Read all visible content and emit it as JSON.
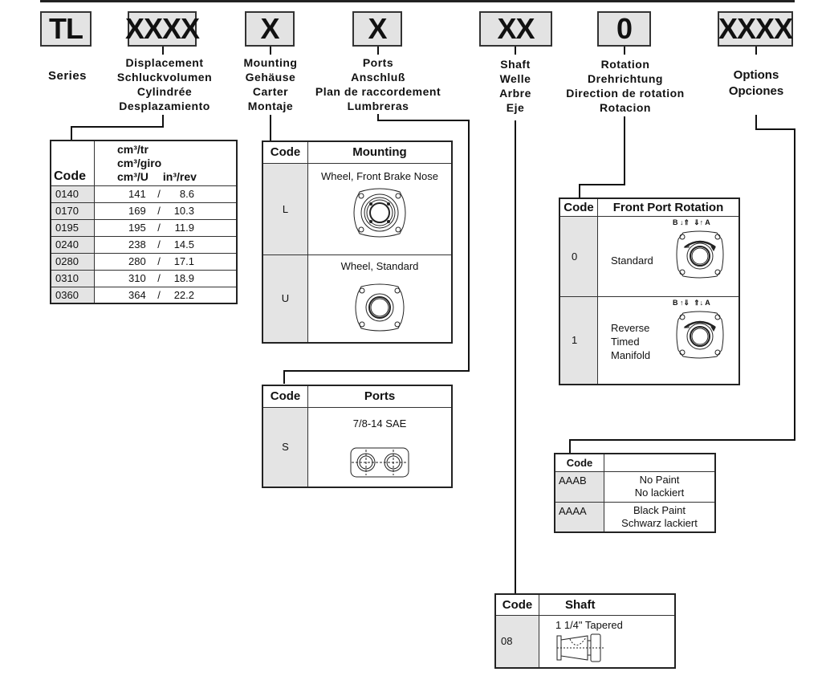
{
  "header": {
    "segments": [
      {
        "code": "TL",
        "labels": [
          "Series"
        ]
      },
      {
        "code": "XXXX",
        "labels": [
          "Displacement",
          "Schluckvolumen",
          "Cylindrée",
          "Desplazamiento"
        ]
      },
      {
        "code": "X",
        "labels": [
          "Mounting",
          "Gehäuse",
          "Carter",
          "Montaje"
        ]
      },
      {
        "code": "X",
        "labels": [
          "Ports",
          "Anschluß",
          "Plan de raccordement",
          "Lumbreras"
        ]
      },
      {
        "code": "XX",
        "labels": [
          "Shaft",
          "Welle",
          "Arbre",
          "Eje"
        ]
      },
      {
        "code": "0",
        "labels": [
          "Rotation",
          "Drehrichtung",
          "Direction de rotation",
          "Rotacion"
        ]
      },
      {
        "code": "XXXX",
        "labels": [
          "Options",
          "Opciones"
        ]
      }
    ]
  },
  "displacement": {
    "code_header": "Code",
    "unit_lines": [
      "cm³/tr",
      "cm³/giro",
      "cm³/U"
    ],
    "unit_imperial": "in³/rev",
    "rows": [
      {
        "code": "0140",
        "metric": "141",
        "imperial": "8.6"
      },
      {
        "code": "0170",
        "metric": "169",
        "imperial": "10.3"
      },
      {
        "code": "0195",
        "metric": "195",
        "imperial": "11.9"
      },
      {
        "code": "0240",
        "metric": "238",
        "imperial": "14.5"
      },
      {
        "code": "0280",
        "metric": "280",
        "imperial": "17.1"
      },
      {
        "code": "0310",
        "metric": "310",
        "imperial": "18.9"
      },
      {
        "code": "0360",
        "metric": "364",
        "imperial": "22.2"
      }
    ],
    "separator": "/"
  },
  "mounting": {
    "code_header": "Code",
    "title": "Mounting",
    "rows": [
      {
        "code": "L",
        "desc": "Wheel, Front Brake Nose",
        "icon": "mount-front-brake-nose-icon"
      },
      {
        "code": "U",
        "desc": "Wheel, Standard",
        "icon": "mount-wheel-standard-icon"
      }
    ]
  },
  "ports": {
    "code_header": "Code",
    "title": "Ports",
    "rows": [
      {
        "code": "S",
        "desc": "7/8-14 SAE",
        "icon": "ports-sae-icon"
      }
    ]
  },
  "rotation": {
    "code_header": "Code",
    "title": "Front Port Rotation",
    "rows": [
      {
        "code": "0",
        "desc": [
          "Standard"
        ],
        "port_b": "B",
        "port_a": "A",
        "icon": "rotation-standard-icon"
      },
      {
        "code": "1",
        "desc": [
          "Reverse",
          "Timed",
          "Manifold"
        ],
        "port_b": "B",
        "port_a": "A",
        "icon": "rotation-reverse-icon"
      }
    ]
  },
  "options": {
    "code_header": "Code",
    "title": "",
    "rows": [
      {
        "code": "AAAB",
        "desc": [
          "No Paint",
          "No lackiert"
        ]
      },
      {
        "code": "AAAA",
        "desc": [
          "Black Paint",
          "Schwarz lackiert"
        ]
      }
    ]
  },
  "shaft": {
    "code_header": "Code",
    "title": "Shaft",
    "rows": [
      {
        "code": "08",
        "desc": "1 1/4\" Tapered",
        "icon": "tapered-shaft-icon"
      }
    ]
  }
}
